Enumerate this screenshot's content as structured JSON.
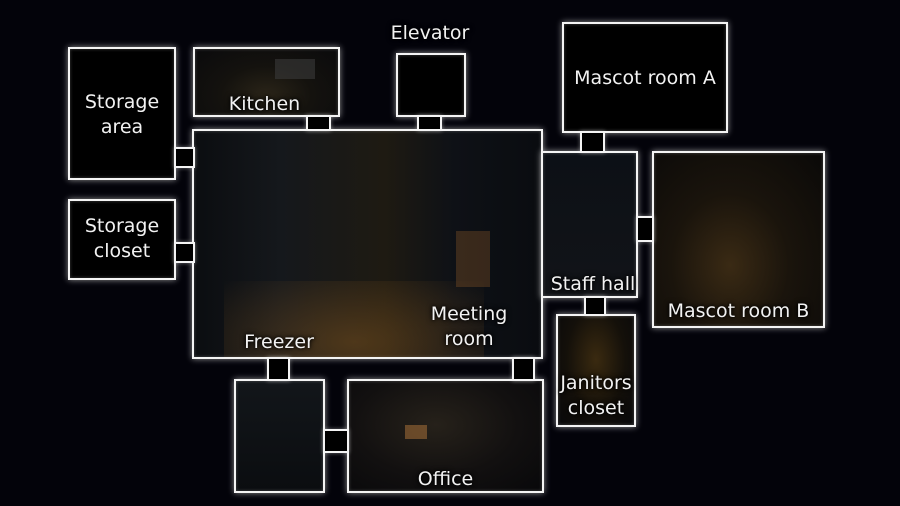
{
  "rooms": {
    "storage_area": [
      "Storage",
      "area"
    ],
    "kitchen": "Kitchen",
    "elevator": "Elevator",
    "mascot_room_a": "Mascot room A",
    "storage_closet": [
      "Storage",
      "closet"
    ],
    "freezer": "Freezer",
    "meeting_room": [
      "Meeting",
      "room"
    ],
    "staff_hall": "Staff hall",
    "mascot_room_b": "Mascot room B",
    "janitors_closet": [
      "Janitors",
      "closet"
    ],
    "office": "Office"
  }
}
